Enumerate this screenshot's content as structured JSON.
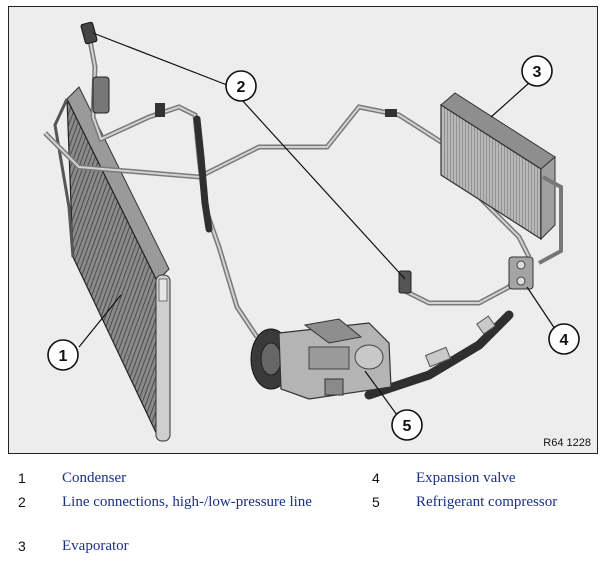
{
  "figure": {
    "code": "R64 1228",
    "callouts": [
      "1",
      "2",
      "3",
      "4",
      "5"
    ]
  },
  "legend": [
    {
      "num": "1",
      "text": "Condenser"
    },
    {
      "num": "2",
      "text": "Line connections, high-/low-pressure line"
    },
    {
      "num": "3",
      "text": "Evaporator"
    },
    {
      "num": "4",
      "text": "Expansion valve"
    },
    {
      "num": "5",
      "text": "Refrigerant compressor"
    }
  ]
}
